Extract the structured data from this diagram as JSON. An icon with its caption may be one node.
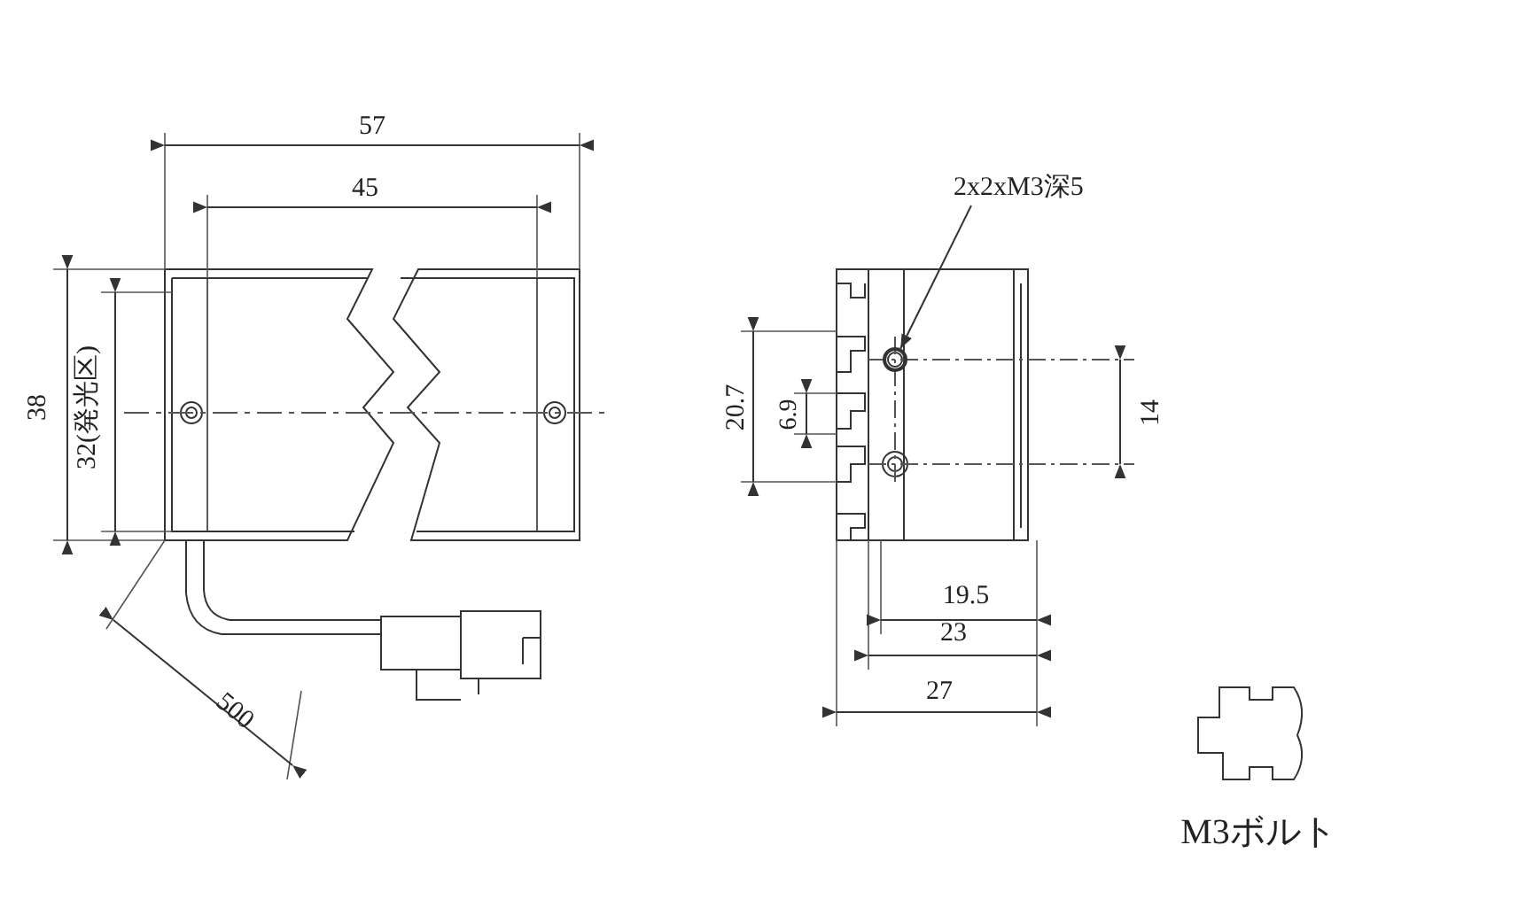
{
  "diagram": {
    "nodes": [
      {
        "text": [
          "2x2xM3深5"
        ]
      },
      {
        "text": [],
        "shape": "circle"
      }
    ],
    "edges": [
      {
        "from": 0,
        "to": 1,
        "arrow": "to"
      }
    ],
    "labels": [
      "57",
      "45",
      "38",
      "32(発光区)",
      "500",
      "20.7",
      "6.9",
      "14",
      "19.5",
      "23",
      "27",
      "M3ボルト"
    ]
  }
}
